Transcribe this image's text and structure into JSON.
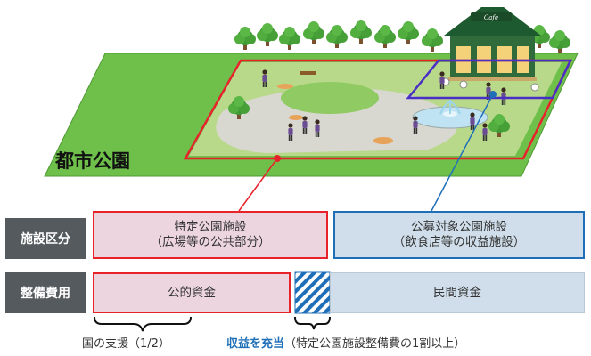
{
  "park": {
    "label": "都市公園",
    "cafe_sign": "Cafe"
  },
  "rows": {
    "facility": {
      "header": "施設区分",
      "specific": {
        "line1": "特定公園施設",
        "line2": "（広場等の公共部分）"
      },
      "public_offer": {
        "line1": "公募対象公園施設",
        "line2": "（飲食店等の収益施設）"
      }
    },
    "cost": {
      "header": "整備費用",
      "public_funds": "公的資金",
      "private_funds": "民間資金"
    }
  },
  "notes": {
    "national_support": "国の支援（1/2）",
    "revenue_prefix": "収益を充当",
    "revenue_suffix": "（特定公園施設整備費の1割以上）"
  },
  "colors": {
    "red_outline": "#e8222b",
    "blue_outline": "#1f6fb8",
    "purple_outline": "#4a2fc4",
    "pink_fill": "#ecd5df",
    "blue_fill": "#cfdeea",
    "header_fill": "#555a5e",
    "park_green": "#6fc04b",
    "cafe_roof": "#1e5a2f"
  },
  "icons": [
    "tree-icon",
    "cafe-building-icon",
    "fountain-icon",
    "person-icon",
    "bench-icon"
  ]
}
